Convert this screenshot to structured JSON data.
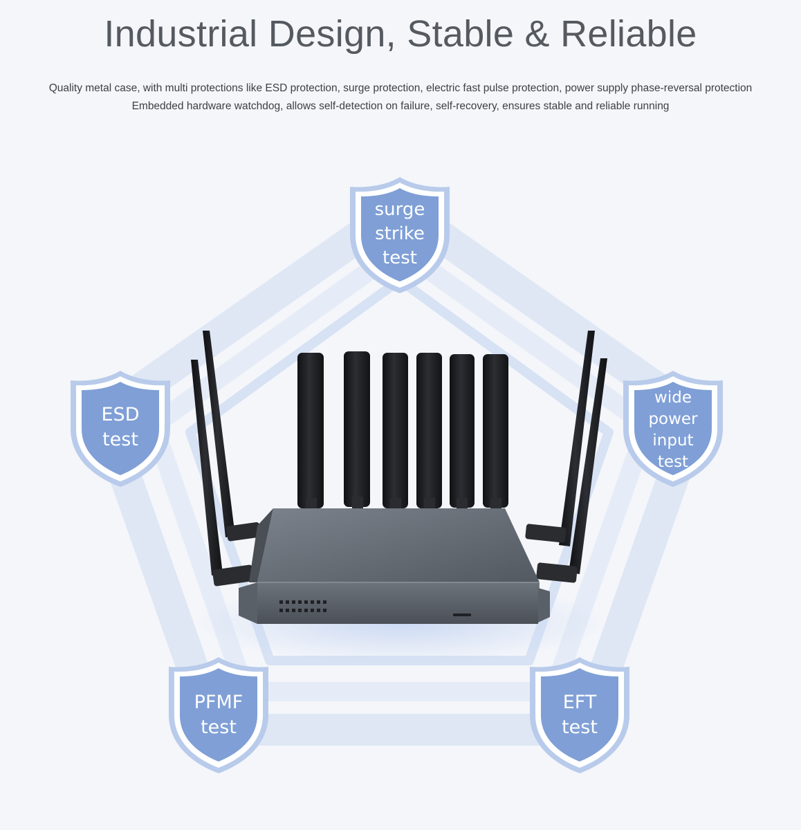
{
  "header": {
    "title": "Industrial Design, Stable & Reliable",
    "line1": "Quality metal case, with multi protections like ESD protection, surge protection, electric fast pulse protection, power supply phase-reversal protection",
    "line2": "Embedded hardware watchdog, allows self-detection on failure, self-recovery, ensures stable and reliable running"
  },
  "badges": {
    "surge": "surge\nstrike\ntest",
    "esd": "ESD\ntest",
    "power": "wide\npower\ninput\ntest",
    "pfmf": "PFMF\ntest",
    "eft": "EFT\ntest"
  },
  "colors": {
    "shield_fill": "#7f9fd6",
    "shield_border": "#9fb8e4",
    "background": "#f4f6fa",
    "router_body": "#5a6068",
    "antenna": "#1c1d20"
  }
}
